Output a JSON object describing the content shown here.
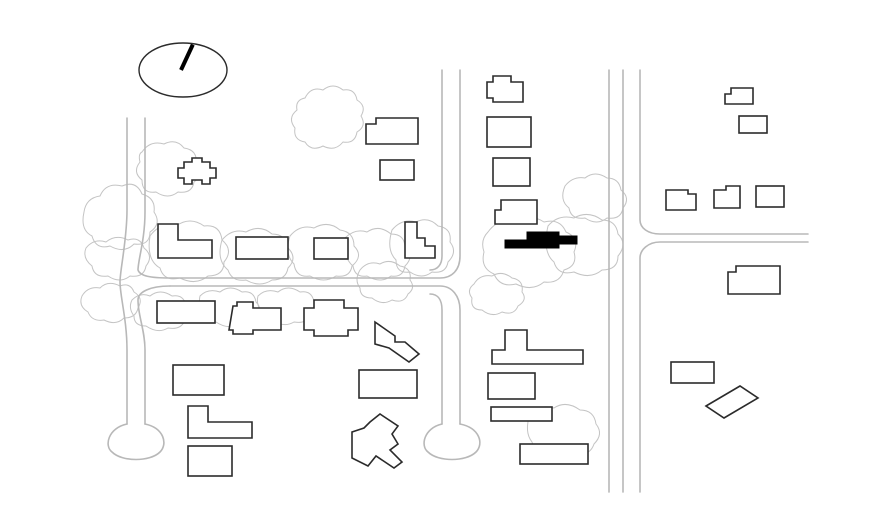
{
  "map": {
    "type": "site-plan",
    "colors": {
      "background": "#ffffff",
      "building_outline": "#2b2b2b",
      "highlighted_building": "#000000",
      "road_line": "#b8b8b8",
      "tree_outline": "#c4c4c4"
    },
    "north_arrow": {
      "icon": "north-arrow-icon",
      "bearing_deg": 25
    },
    "highlighted_building": {
      "icon": "highlighted-building",
      "count": 1
    }
  }
}
